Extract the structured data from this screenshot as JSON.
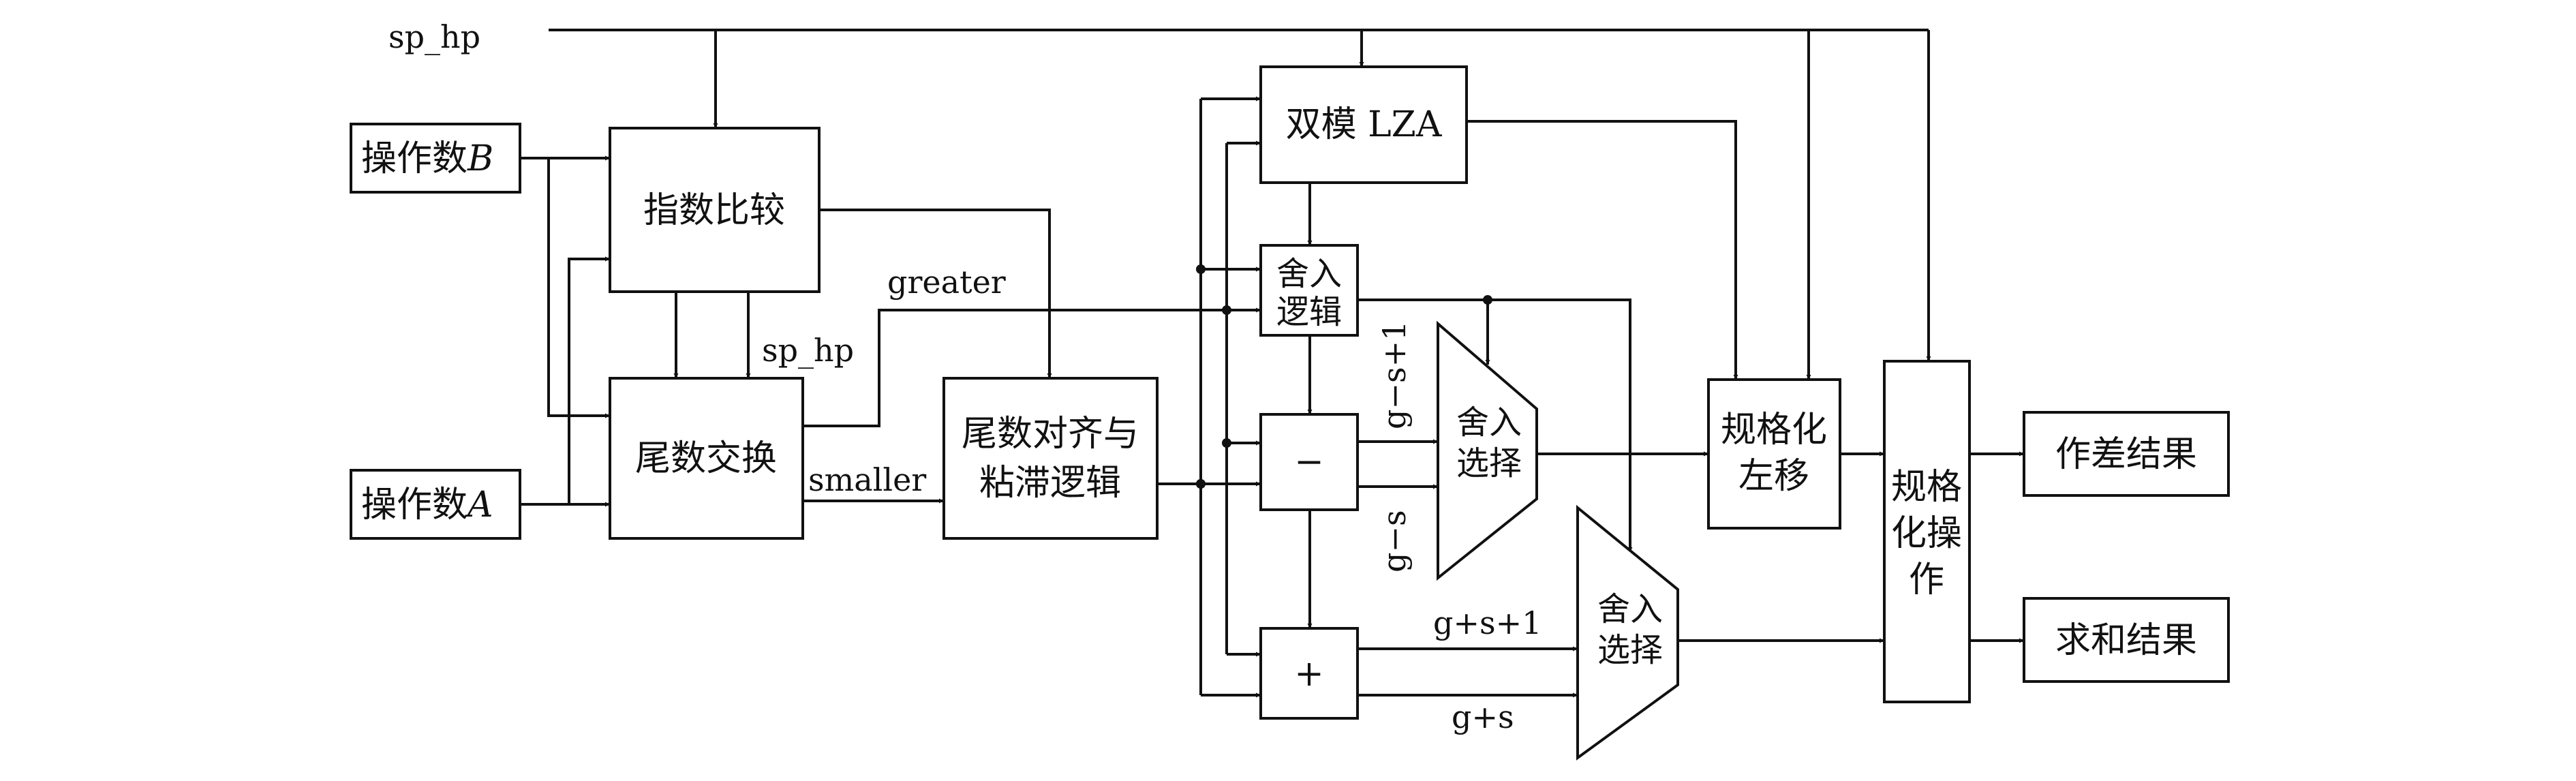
{
  "signals": {
    "sp_hp_top": "sp_hp",
    "sp_hp_mid": "sp_hp",
    "greater": "greater",
    "smaller": "smaller",
    "g_minus_s_plus_1": "g−s+1",
    "g_minus_s": "g−s",
    "g_plus_s_plus_1": "g+s+1",
    "g_plus_s": "g+s"
  },
  "blocks": {
    "operand_b": {
      "label": "操作数",
      "var": "B"
    },
    "operand_a": {
      "label": "操作数",
      "var": "A"
    },
    "exp_compare": "指数比较",
    "mantissa_swap": "尾数交换",
    "align_sticky": [
      "尾数对齐与",
      "粘滞逻辑"
    ],
    "dual_lza": "双模 LZA",
    "round_logic": [
      "舍入",
      "逻辑"
    ],
    "subtractor": "−",
    "adder": "+",
    "round_select_1": [
      "舍入",
      "选择"
    ],
    "round_select_2": [
      "舍入",
      "选择"
    ],
    "norm_left_shift": [
      "规格化",
      "左移"
    ],
    "normalize_op": [
      "规格",
      "化操",
      "作"
    ],
    "diff_result": "作差结果",
    "sum_result": "求和结果"
  },
  "colors": {
    "stroke": "#111111",
    "background": "#ffffff"
  }
}
